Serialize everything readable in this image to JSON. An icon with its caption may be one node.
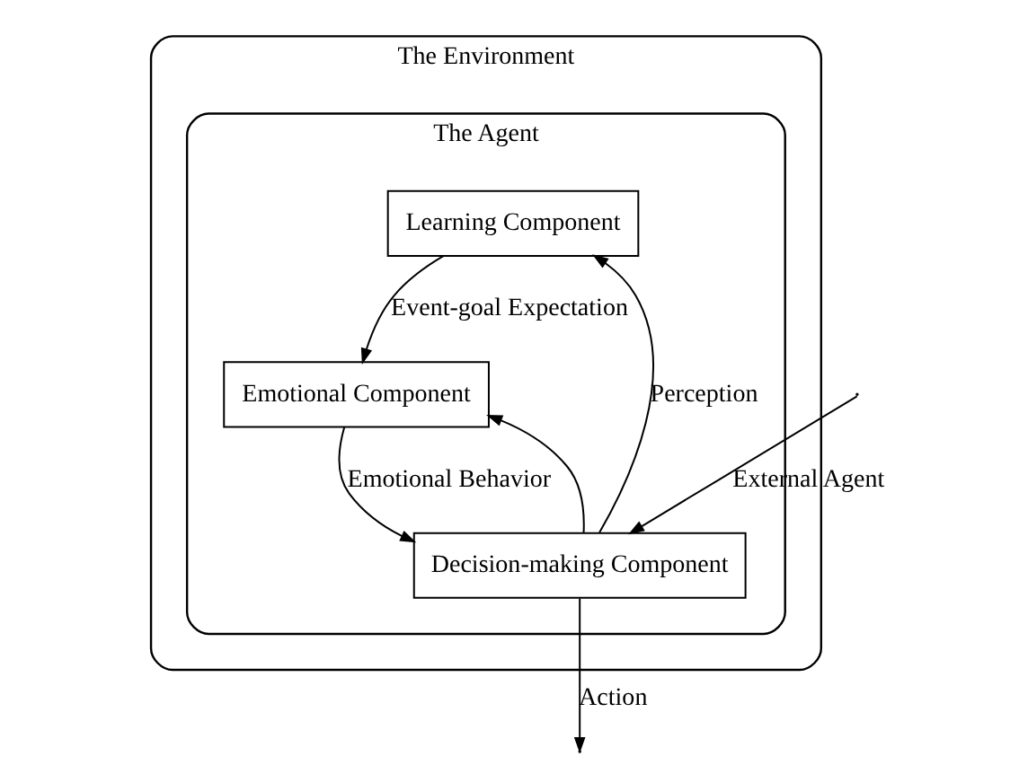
{
  "diagram": {
    "nodes": [
      {
        "text": [
          "The Environment"
        ]
      },
      {
        "text": [
          "The Agent"
        ],
        "in": 0
      },
      {
        "text": [
          "Learning Component"
        ],
        "in": 1
      },
      {
        "text": [
          "Emotional Component"
        ],
        "in": 1
      },
      {
        "text": [
          "Decision-making Component"
        ],
        "in": 1
      }
    ],
    "edges": [
      {
        "from": 2,
        "to": 3,
        "arrow": "to",
        "label": "Event-goal Expectation"
      },
      {
        "from": 4,
        "to": 2,
        "arrow": "to",
        "label": "Perception"
      },
      {
        "from": 4,
        "to": 3,
        "arrow": "to"
      },
      {
        "from": 3,
        "to": 4,
        "arrow": "to",
        "label": "Emotional Behavior"
      },
      {
        "from": null,
        "to": 4,
        "arrow": "to",
        "label": "External Agent"
      },
      {
        "from": 4,
        "to": null,
        "arrow": "to",
        "label": "Action"
      }
    ]
  }
}
